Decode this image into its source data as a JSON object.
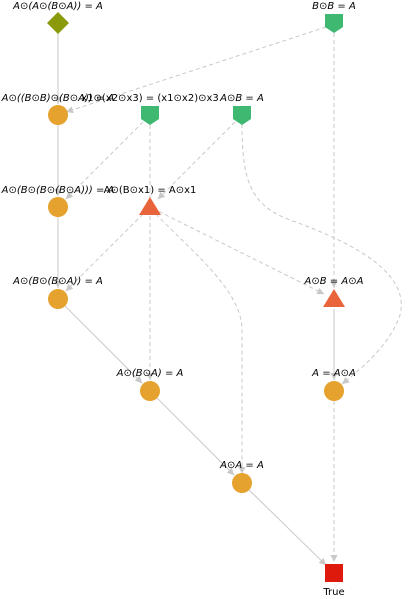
{
  "diagram": {
    "nodes": [
      {
        "id": "n_top_left",
        "shape": "diamond",
        "color": "#8b9a0a",
        "label": "A⊙(A⊙(B⊙A)) = A",
        "italic": true
      },
      {
        "id": "n_top_right",
        "shape": "pentagon",
        "color": "#3fb871",
        "label": "B⊙B = A",
        "italic": true
      },
      {
        "id": "n_r2_a",
        "shape": "circle",
        "color": "#e5a22e",
        "label": "A⊙((B⊙B)⊙(B⊙A)) = A",
        "italic": true
      },
      {
        "id": "n_r2_b",
        "shape": "pentagon",
        "color": "#3fb871",
        "label": "x1⊙(x2⊙x3) = (x1⊙x2)⊙x3",
        "italic": false
      },
      {
        "id": "n_r2_c",
        "shape": "pentagon",
        "color": "#3fb871",
        "label": "A⊙B = A",
        "italic": true
      },
      {
        "id": "n_r3_a",
        "shape": "circle",
        "color": "#e5a22e",
        "label": "A⊙(B⊙(B⊙(B⊙A))) = A",
        "italic": true
      },
      {
        "id": "n_r3_b",
        "shape": "triangle",
        "color": "#e9633b",
        "label": "A⊙(B⊙x1) = A⊙x1",
        "italic": false
      },
      {
        "id": "n_r4_a",
        "shape": "circle",
        "color": "#e5a22e",
        "label": "A⊙(B⊙(B⊙A)) = A",
        "italic": true
      },
      {
        "id": "n_r4_b",
        "shape": "triangle",
        "color": "#e9633b",
        "label": "A⊙B = A⊙A",
        "italic": true
      },
      {
        "id": "n_r5_a",
        "shape": "circle",
        "color": "#e5a22e",
        "label": "A⊙(B⊙A) = A",
        "italic": true
      },
      {
        "id": "n_r5_b",
        "shape": "circle",
        "color": "#e5a22e",
        "label": "A = A⊙A",
        "italic": true
      },
      {
        "id": "n_r6",
        "shape": "circle",
        "color": "#e5a22e",
        "label": "A⊙A = A",
        "italic": true
      },
      {
        "id": "n_true",
        "shape": "square",
        "color": "#dd1a0c",
        "label": "True",
        "italic": false
      }
    ],
    "edges": [
      {
        "from": "n_top_left",
        "to": "n_r2_a",
        "style": "solid"
      },
      {
        "from": "n_top_right",
        "to": "n_r2_a",
        "style": "dashed"
      },
      {
        "from": "n_top_right",
        "to": "n_r4_b",
        "style": "dashed"
      },
      {
        "from": "n_r2_a",
        "to": "n_r3_a",
        "style": "solid"
      },
      {
        "from": "n_r2_b",
        "to": "n_r3_a",
        "style": "dashed"
      },
      {
        "from": "n_r2_b",
        "to": "n_r5_a",
        "style": "dashed"
      },
      {
        "from": "n_r2_c",
        "to": "n_r3_b",
        "style": "dashed"
      },
      {
        "from": "n_r2_c",
        "to": "n_r5_b",
        "style": "dashed"
      },
      {
        "from": "n_r3_a",
        "to": "n_r4_a",
        "style": "solid"
      },
      {
        "from": "n_r3_b",
        "to": "n_r4_a",
        "style": "dashed"
      },
      {
        "from": "n_r3_b",
        "to": "n_r4_b",
        "style": "dashed"
      },
      {
        "from": "n_r3_b",
        "to": "n_r6",
        "style": "dashed"
      },
      {
        "from": "n_r4_a",
        "to": "n_r5_a",
        "style": "solid"
      },
      {
        "from": "n_r4_b",
        "to": "n_r5_b",
        "style": "solid"
      },
      {
        "from": "n_r5_a",
        "to": "n_r6",
        "style": "solid"
      },
      {
        "from": "n_r5_b",
        "to": "n_true",
        "style": "dashed"
      },
      {
        "from": "n_r6",
        "to": "n_true",
        "style": "solid"
      }
    ]
  }
}
